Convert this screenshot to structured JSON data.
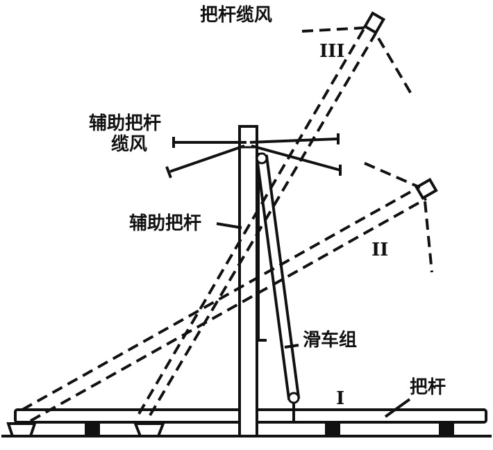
{
  "labels": {
    "boom_guy": "把杆缆风",
    "aux_guy_line1": "辅助把杆",
    "aux_guy_line2": "缆风",
    "aux_mast": "辅助把杆",
    "pulley_block": "滑车组",
    "boom": "把杆"
  },
  "positions": {
    "I": "I",
    "II": "II",
    "III": "III"
  },
  "colors": {
    "ink": "#111111",
    "background": "#ffffff"
  }
}
